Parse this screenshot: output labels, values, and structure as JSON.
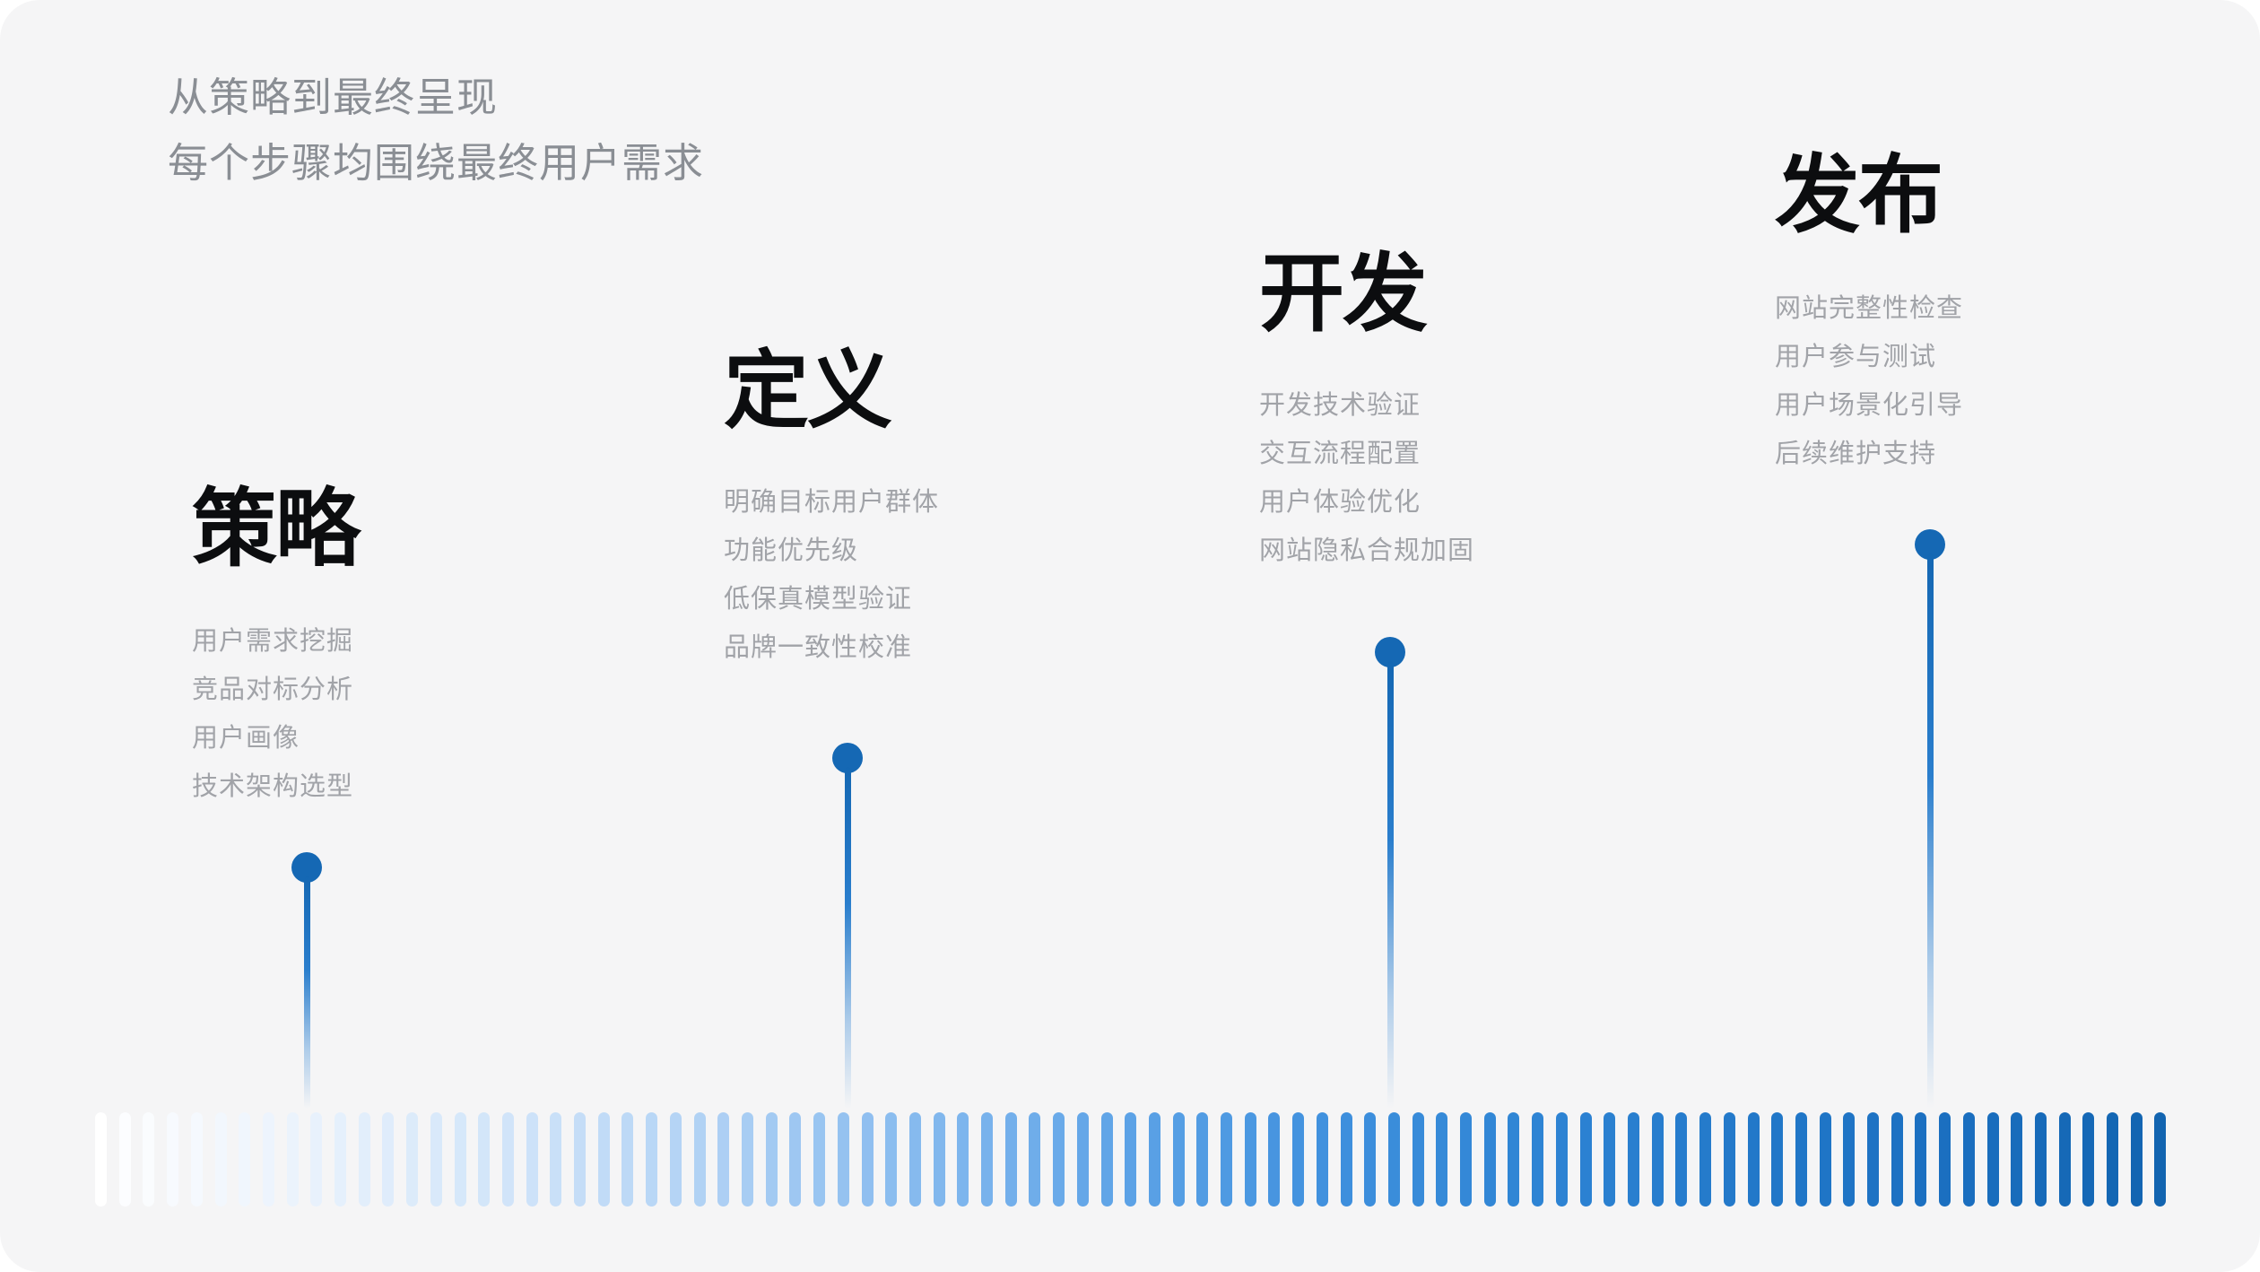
{
  "title_block": {
    "line1": "从策略到最终呈现",
    "line2": "每个步骤均围绕最终用户需求"
  },
  "stages": [
    {
      "title": "策略",
      "items": [
        "用户需求挖掘",
        "竞品对标分析",
        "用户画像",
        "技术架构选型"
      ]
    },
    {
      "title": "定义",
      "items": [
        "明确目标用户群体",
        "功能优先级",
        "低保真模型验证",
        "品牌一致性校准"
      ]
    },
    {
      "title": "开发",
      "items": [
        "开发技术验证",
        "交互流程配置",
        "用户体验优化",
        "网站隐私合规加固"
      ]
    },
    {
      "title": "发布",
      "items": [
        "网站完整性检查",
        "用户参与测试",
        "用户场景化引导",
        "后续维护支持"
      ]
    }
  ],
  "colors": {
    "canvas_bg": "#f5f5f6",
    "subtitle_gray": "#8a8e94",
    "heading_black": "#0c0d0f",
    "item_gray": "#a1a3a8",
    "accent_blue": "#1568b4",
    "stem_blue": "#2a7ecd",
    "timeline_gradient": [
      "#ffffff",
      "#e9f2fc",
      "#d0e4f9",
      "#aed0f4",
      "#84b9ee",
      "#5ca2e6",
      "#3f90dd",
      "#2e84d4",
      "#2278c9",
      "#1b6fc0",
      "#1264b0"
    ]
  },
  "timeline": {
    "bar_count": 87
  }
}
